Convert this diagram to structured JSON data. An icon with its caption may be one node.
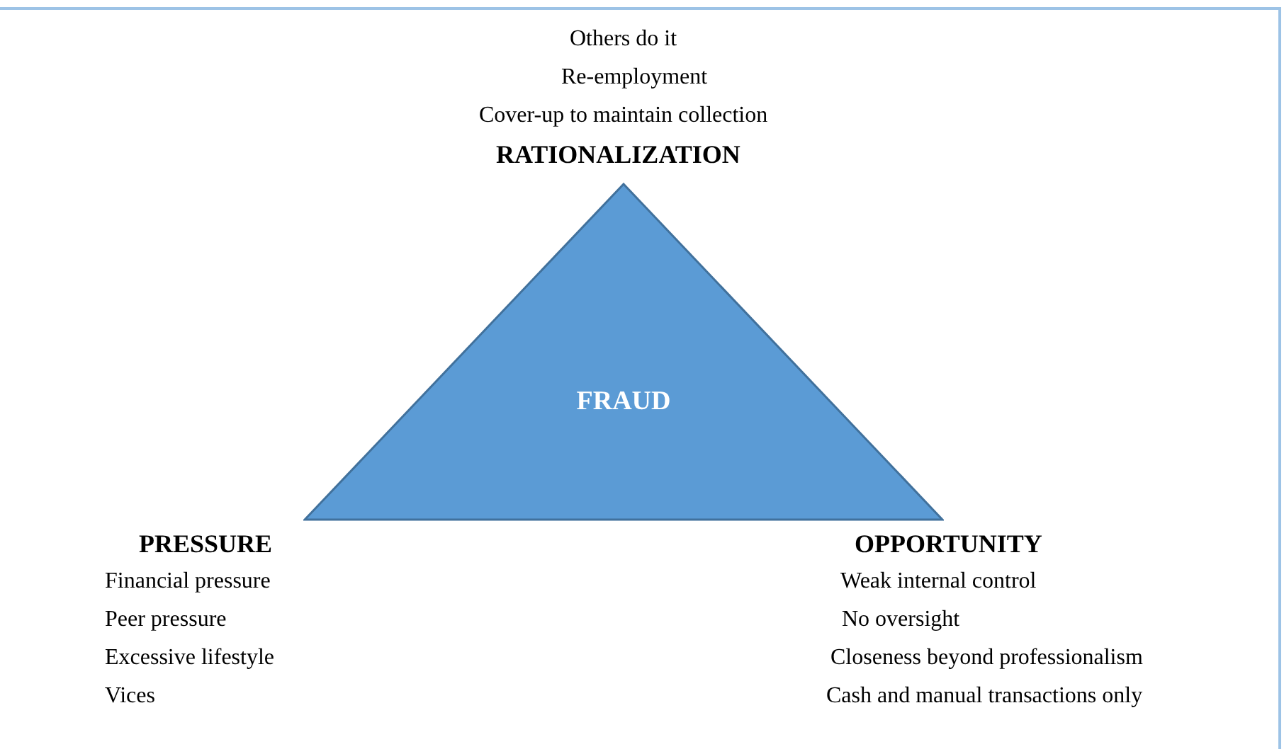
{
  "diagram": {
    "nodes": [
      {
        "text": [
          "FRAUD"
        ]
      }
    ],
    "labels": [
      "Others do it",
      "Re-employment",
      "Cover-up to maintain collection",
      "RATIONALIZATION",
      "PRESSURE",
      "OPPORTUNITY",
      "Financial pressure",
      "Weak internal control",
      "Peer pressure",
      "No oversight",
      "Excessive lifestyle",
      "Closeness beyond professionalism",
      "Vices",
      "Cash and manual transactions only"
    ]
  }
}
